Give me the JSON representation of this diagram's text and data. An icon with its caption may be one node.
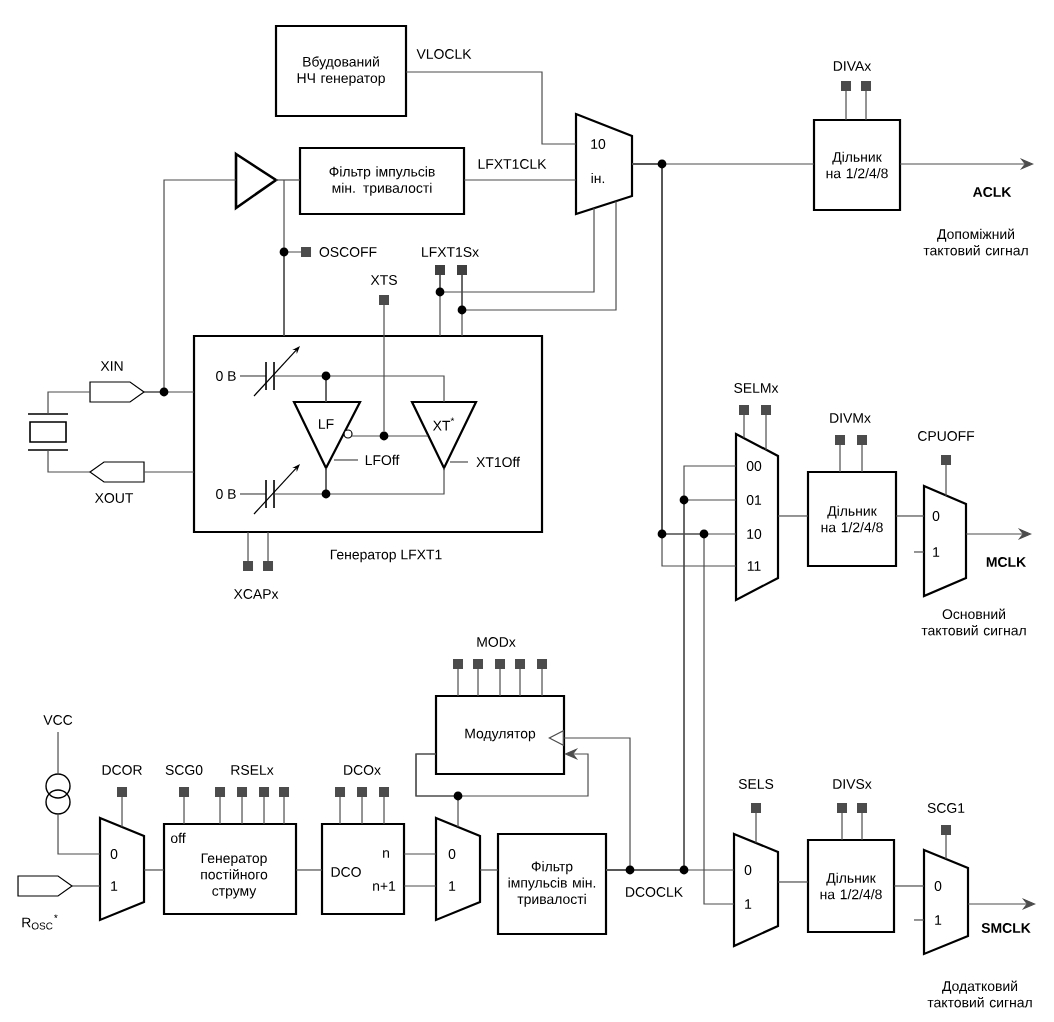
{
  "diagram": {
    "nodes": [
      {
        "text": [
          "Вбудований НЧ генератор"
        ]
      },
      {
        "text": [
          "Фільтр імпульсів мін. тривалості"
        ]
      },
      {
        "text": [
          "10",
          "ін."
        ]
      },
      {
        "text": [
          "Дільник на 1/2/4/8"
        ]
      },
      {
        "text": [],
        "shape": "triangle"
      },
      {
        "text": [],
        "shape": "box",
        "beside": [
          "Генератор LFXT1"
        ]
      },
      {
        "text": [
          "LF"
        ],
        "in": 5,
        "beside": [
          "LFOff"
        ]
      },
      {
        "text": [
          "XT$^{*}$"
        ],
        "in": 5,
        "beside": [
          "XT1Off"
        ]
      },
      {
        "text": [],
        "shape": "capacitor",
        "in": 5,
        "beside": [
          "0 В"
        ]
      },
      {
        "text": [],
        "shape": "capacitor",
        "in": 5,
        "beside": [
          "0 В"
        ]
      },
      {
        "text": [],
        "shape": "pad",
        "beside": [
          "XIN"
        ]
      },
      {
        "text": [],
        "shape": "pad",
        "beside": [
          "XOUT"
        ]
      },
      {
        "text": [],
        "shape": "crystal"
      },
      {
        "text": [
          "00",
          "01",
          "10",
          "11"
        ]
      },
      {
        "text": [
          "Дільник на 1/2/4/8"
        ]
      },
      {
        "text": [
          "0",
          "1"
        ]
      },
      {
        "text": [
          "0",
          "1"
        ]
      },
      {
        "text": [
          "Дільник на 1/2/4/8"
        ]
      },
      {
        "text": [
          "0",
          "1"
        ]
      },
      {
        "text": [
          "0",
          "1"
        ]
      },
      {
        "text": [
          "off",
          "Генератор постійного струму"
        ]
      },
      {
        "text": [
          "DCO",
          "n",
          "n+1"
        ]
      },
      {
        "text": [
          "0",
          "1"
        ]
      },
      {
        "text": [
          "Модулятор"
        ]
      },
      {
        "text": [
          "Фільтр імпульсів мін. тривалості"
        ]
      },
      {
        "text": [],
        "shape": "circle"
      },
      {
        "text": [],
        "shape": "pad",
        "beside": [
          "R$_{OSC}$$^{*}$"
        ]
      },
      {
        "text": [
          "ACLK"
        ],
        "beside": [
          "Допоміжний тактовий сигнал"
        ]
      },
      {
        "text": [
          "MCLK"
        ],
        "beside": [
          "Основний тактовий сигнал"
        ]
      },
      {
        "text": [
          "SMCLK"
        ],
        "beside": [
          "Додатковий тактовий сигнал"
        ]
      },
      {
        "text": [
          "DIVAx"
        ]
      },
      {
        "text": [
          "OSCOFF"
        ]
      },
      {
        "text": [
          "LFXT1Sx"
        ]
      },
      {
        "text": [
          "XTS"
        ]
      },
      {
        "text": [
          "XCAPx"
        ]
      },
      {
        "text": [
          "SELMx"
        ]
      },
      {
        "text": [
          "DIVMx"
        ]
      },
      {
        "text": [
          "CPUOFF"
        ]
      },
      {
        "text": [
          "MODx"
        ]
      },
      {
        "text": [
          "VCC"
        ]
      },
      {
        "text": [
          "DCOR"
        ]
      },
      {
        "text": [
          "SCG0"
        ]
      },
      {
        "text": [
          "RSELx"
        ]
      },
      {
        "text": [
          "DCOx"
        ]
      },
      {
        "text": [
          "SELS"
        ]
      },
      {
        "text": [
          "DIVSx"
        ]
      },
      {
        "text": [
          "SCG1"
        ]
      }
    ],
    "edges": [
      {
        "from": 0,
        "to": 2,
        "arrow": "none",
        "label": "VLOCLK"
      },
      {
        "from": 4,
        "to": 1,
        "arrow": "none"
      },
      {
        "from": 1,
        "to": 2,
        "arrow": "none",
        "label": "LFXT1CLK"
      },
      {
        "from": 5,
        "to": 4,
        "arrow": "none"
      },
      {
        "from": 2,
        "to": 3,
        "arrow": "none"
      },
      {
        "from": 2,
        "to": 13,
        "arrow": "none"
      },
      {
        "from": 2,
        "to": 16,
        "arrow": "none"
      },
      {
        "from": 24,
        "to": 13,
        "arrow": "none"
      },
      {
        "from": 24,
        "to": 16,
        "arrow": "none"
      },
      {
        "from": 13,
        "to": 14,
        "arrow": "none"
      },
      {
        "from": 14,
        "to": 15,
        "arrow": "none"
      },
      {
        "from": 15,
        "to": 28,
        "arrow": "to"
      },
      {
        "from": 16,
        "to": 17,
        "arrow": "none"
      },
      {
        "from": 17,
        "to": 18,
        "arrow": "none"
      },
      {
        "from": 18,
        "to": 29,
        "arrow": "to"
      },
      {
        "from": 3,
        "to": 27,
        "arrow": "to"
      },
      {
        "from": 19,
        "to": 20,
        "arrow": "none"
      },
      {
        "from": 20,
        "to": 21,
        "arrow": "none"
      },
      {
        "from": 21,
        "to": 22,
        "arrow": "none"
      },
      {
        "from": 21,
        "to": 22,
        "arrow": "none"
      },
      {
        "from": 22,
        "to": 24,
        "arrow": "none"
      },
      {
        "from": 24,
        "to": 23,
        "arrow": "to"
      },
      {
        "from": 23,
        "to": 22,
        "arrow": "none"
      },
      {
        "from": 23,
        "to": 23,
        "arrow": "to"
      },
      {
        "from": 25,
        "to": 19,
        "arrow": "none"
      },
      {
        "from": 6,
        "to": 7,
        "arrow": "none"
      },
      {
        "from": 6,
        "to": 7,
        "arrow": "none"
      },
      {
        "from": 6,
        "to": 7,
        "arrow": "none"
      },
      {
        "from": 8,
        "to": 6,
        "arrow": "none"
      },
      {
        "from": 9,
        "to": 6,
        "arrow": "none"
      },
      {
        "from": 10,
        "to": 5,
        "arrow": "none"
      },
      {
        "from": 10,
        "to": 4,
        "arrow": "none"
      },
      {
        "from": 5,
        "to": 11,
        "arrow": "none"
      },
      {
        "from": 12,
        "to": 10,
        "arrow": "none"
      },
      {
        "from": 12,
        "to": 11,
        "arrow": "none"
      },
      {
        "from": 26,
        "to": 19,
        "arrow": "none"
      },
      {
        "from": 39,
        "to": 25,
        "arrow": "none"
      },
      {
        "from": 30,
        "to": 3,
        "arrow": "other"
      },
      {
        "from": 30,
        "to": 3,
        "arrow": "other"
      },
      {
        "from": 31,
        "to": 5,
        "arrow": "other"
      },
      {
        "from": 32,
        "to": 5,
        "arrow": "none"
      },
      {
        "from": 32,
        "to": 5,
        "arrow": "none"
      },
      {
        "from": 32,
        "to": 2,
        "arrow": "none"
      },
      {
        "from": 32,
        "to": 2,
        "arrow": "none"
      },
      {
        "from": 33,
        "to": 6,
        "arrow": "other"
      },
      {
        "from": 34,
        "to": 5,
        "arrow": "other"
      },
      {
        "from": 34,
        "to": 5,
        "arrow": "other"
      },
      {
        "from": 35,
        "to": 13,
        "arrow": "other"
      },
      {
        "from": 35,
        "to": 13,
        "arrow": "other"
      },
      {
        "from": 36,
        "to": 14,
        "arrow": "other"
      },
      {
        "from": 36,
        "to": 14,
        "arrow": "other"
      },
      {
        "from": 37,
        "to": 15,
        "arrow": "other"
      },
      {
        "from": 38,
        "to": 23,
        "arrow": "other"
      },
      {
        "from": 38,
        "to": 23,
        "arrow": "other"
      },
      {
        "from": 38,
        "to": 23,
        "arrow": "other"
      },
      {
        "from": 38,
        "to": 23,
        "arrow": "other"
      },
      {
        "from": 38,
        "to": 23,
        "arrow": "other"
      },
      {
        "from": 40,
        "to": 19,
        "arrow": "other"
      },
      {
        "from": 41,
        "to": 20,
        "arrow": "other"
      },
      {
        "from": 42,
        "to": 20,
        "arrow": "other"
      },
      {
        "from": 42,
        "to": 20,
        "arrow": "other"
      },
      {
        "from": 42,
        "to": 20,
        "arrow": "other"
      },
      {
        "from": 42,
        "to": 20,
        "arrow": "other"
      },
      {
        "from": 43,
        "to": 21,
        "arrow": "other"
      },
      {
        "from": 43,
        "to": 21,
        "arrow": "other"
      },
      {
        "from": 43,
        "to": 21,
        "arrow": "other"
      },
      {
        "from": 44,
        "to": 16,
        "arrow": "other"
      },
      {
        "from": 45,
        "to": 17,
        "arrow": "other"
      },
      {
        "from": 45,
        "to": 17,
        "arrow": "other"
      },
      {
        "from": 46,
        "to": 18,
        "arrow": "other"
      },
      {
        "from": 2,
        "to": 13,
        "arrow": "none"
      },
      {
        "from": 24,
        "to": 13,
        "arrow": "none"
      }
    ],
    "labels": [
      "DCOCLK"
    ]
  }
}
